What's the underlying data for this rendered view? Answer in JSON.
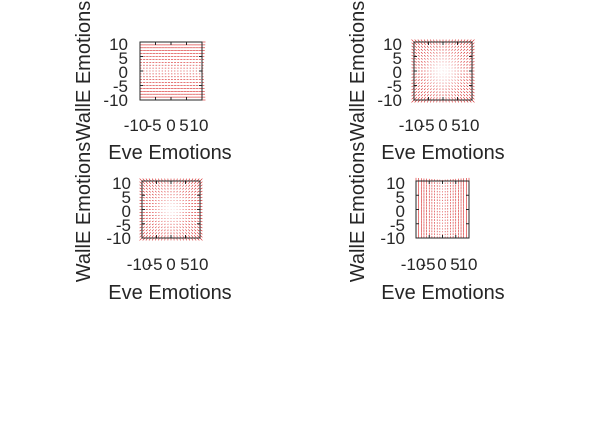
{
  "chart_data": [
    {
      "type": "quiver",
      "xlabel": "Eve Emotions",
      "ylabel": "WallE Emotions",
      "xlim": [
        -10,
        10
      ],
      "ylim": [
        -10,
        10
      ],
      "xticks": [
        "-10",
        "-5",
        "0",
        "5",
        "10"
      ],
      "yticks": [
        "10",
        "5",
        "0",
        "-5",
        "-10"
      ],
      "grid": false,
      "arrow_color": "#d62020",
      "field": "horizontal"
    },
    {
      "type": "quiver",
      "xlabel": "Eve Emotions",
      "ylabel": "WallE Emotions",
      "xlim": [
        -10,
        10
      ],
      "ylim": [
        -10,
        10
      ],
      "xticks": [
        "-10",
        "-5",
        "0",
        "5",
        "10"
      ],
      "yticks": [
        "10",
        "5",
        "0",
        "-5",
        "-10"
      ],
      "grid": false,
      "arrow_color": "#d62020",
      "field": "radial"
    },
    {
      "type": "quiver",
      "xlabel": "Eve Emotions",
      "ylabel": "WallE Emotions",
      "xlim": [
        -10,
        10
      ],
      "ylim": [
        -10,
        10
      ],
      "xticks": [
        "-10",
        "-5",
        "0",
        "5",
        "10"
      ],
      "yticks": [
        "10",
        "5",
        "0",
        "-5",
        "-10"
      ],
      "grid": false,
      "arrow_color": "#d62020",
      "field": "radial"
    },
    {
      "type": "quiver",
      "xlabel": "Eve Emotions",
      "ylabel": "WallE Emotions",
      "xlim": [
        -10,
        10
      ],
      "ylim": [
        -10,
        10
      ],
      "xticks": [
        "-10",
        "-5",
        "0",
        "5",
        "10"
      ],
      "yticks": [
        "10",
        "5",
        "0",
        "-5",
        "-10"
      ],
      "grid": false,
      "arrow_color": "#d62020",
      "field": "vertical"
    }
  ]
}
